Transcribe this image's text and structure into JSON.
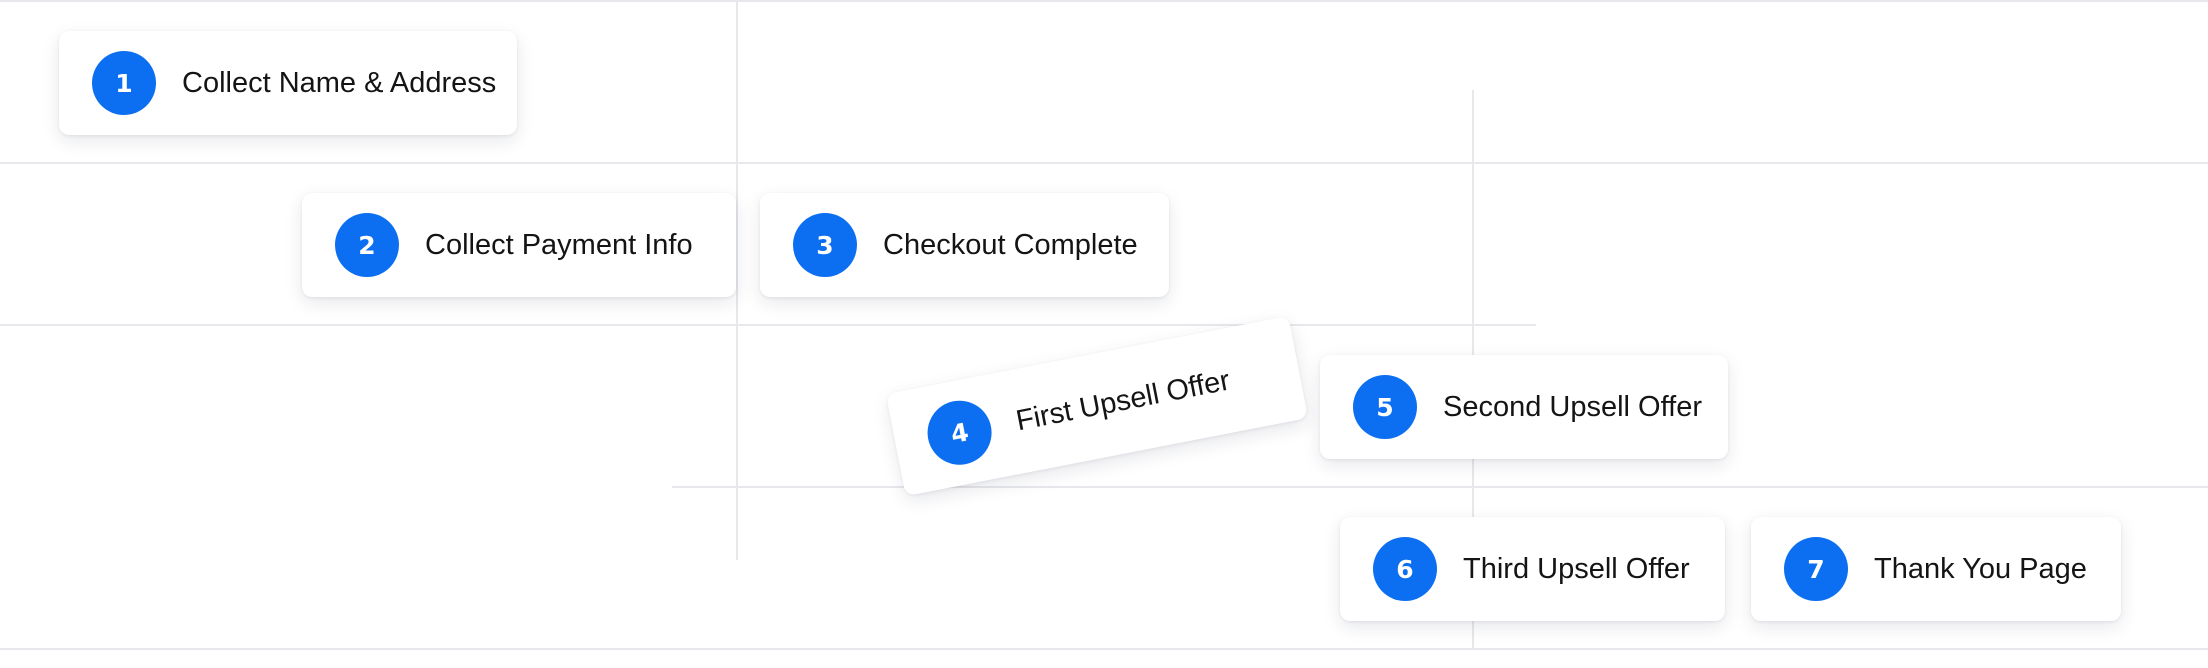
{
  "steps": [
    {
      "number": "1",
      "label": "Collect Name & Address"
    },
    {
      "number": "2",
      "label": "Collect Payment Info"
    },
    {
      "number": "3",
      "label": "Checkout Complete"
    },
    {
      "number": "4",
      "label": "First Upsell Offer"
    },
    {
      "number": "5",
      "label": "Second Upsell Offer"
    },
    {
      "number": "6",
      "label": "Third Upsell Offer"
    },
    {
      "number": "7",
      "label": "Thank You Page"
    }
  ],
  "colors": {
    "accent": "#0c6ff2",
    "grid": "#e7e8ec",
    "card": "#ffffff",
    "text": "#141414"
  }
}
